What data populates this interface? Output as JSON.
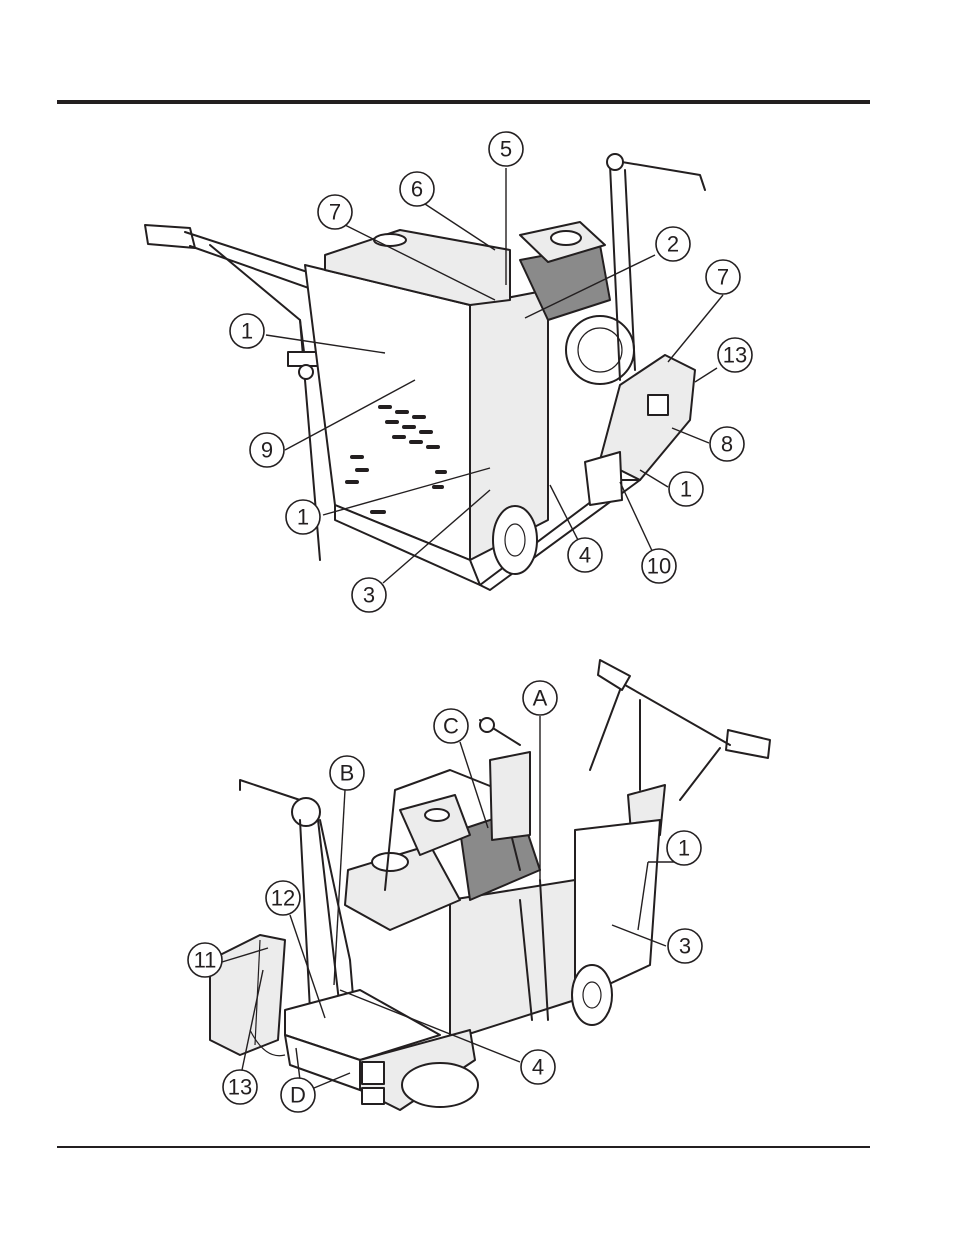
{
  "figures": [
    {
      "id": "top-view",
      "callouts": [
        "1",
        "9",
        "1",
        "3",
        "7",
        "6",
        "5",
        "2",
        "4",
        "10",
        "1",
        "8",
        "13",
        "7"
      ]
    },
    {
      "id": "bottom-view",
      "callouts": [
        "A",
        "C",
        "B",
        "12",
        "11",
        "13",
        "D",
        "4",
        "3",
        "1"
      ]
    }
  ],
  "colors": {
    "ink": "#231f20",
    "panel": "#d9d9d9",
    "panel_light": "#ececec",
    "dark": "#8a8a8a"
  }
}
